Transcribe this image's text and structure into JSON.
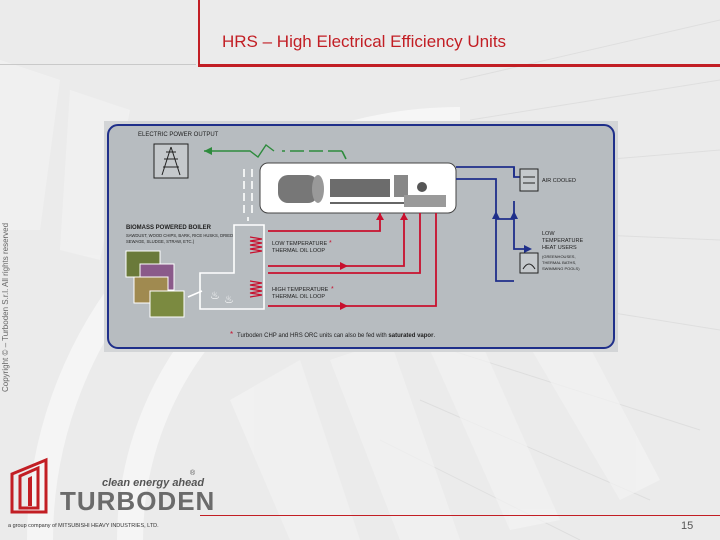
{
  "slide": {
    "title": "HRS – High Electrical Efficiency Units",
    "copyright": "Copyright © – Turboden S.r.l. All rights reserved",
    "page_number": "15"
  },
  "logo": {
    "tagline": "clean energy ahead",
    "registered": "®",
    "brand": "TURBODEN",
    "group_text": "a group company of  MITSUBISHI HEAVY INDUSTRIES, LTD."
  },
  "diagram": {
    "electric_output": "ELECTRIC POWER OUTPUT",
    "boiler_title": "BIOMASS POWERED BOILER",
    "boiler_desc_1": "SAWDUST, WOOD CHIPS, BARK, RICE HUSKS, DRIED",
    "boiler_desc_2": "SEWAGE, SLUDGE, STRAW, ETC.)",
    "low_loop_1": "LOW TEMPERATURE",
    "low_loop_2": "THERMAL OIL LOOP",
    "high_loop_1": "HIGH TEMPERATURE",
    "high_loop_2": "THERMAL OIL LOOP",
    "air_cooled": "AIR COOLED",
    "heat_users_1": "LOW",
    "heat_users_2": "TEMPERATURE",
    "heat_users_3": "HEAT USERS",
    "heat_users_4": "(GREENHOUSES,",
    "heat_users_5": "THERMAL BATHS,",
    "heat_users_6": "SWIMMING POOLS)",
    "asterisk": "*",
    "footnote": "Turboden CHP and HRS ORC units can also be fed with",
    "footnote_bold": "saturated vapor",
    "footnote_end": "."
  },
  "colors": {
    "accent_red": "#c21e24",
    "hot_loop": "#c8102e",
    "cool_loop": "#1f2f8a",
    "power_line": "#2e8b3d"
  }
}
